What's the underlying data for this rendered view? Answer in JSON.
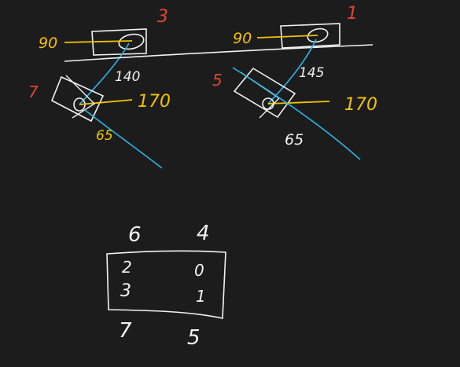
{
  "colors": {
    "background": "#1c1c1d",
    "ink_white": "#f2f2f2",
    "ink_yellow": "#f2c200",
    "ink_blue": "#2ab4e6",
    "ink_red": "#e4452f"
  },
  "diagram": {
    "top_left_group": {
      "upper_block_number": "3",
      "upper_arm_value": "90",
      "link_value": "140",
      "lower_block_number": "7",
      "lower_arm_value": "170",
      "tail_value": "65"
    },
    "top_right_group": {
      "upper_block_number": "1",
      "upper_arm_value": "90",
      "link_value": "145",
      "lower_block_number": "5",
      "lower_arm_value": "170",
      "tail_value": "65"
    },
    "bottom_box": {
      "top_labels": [
        "6",
        "4"
      ],
      "left_column": [
        "2",
        "3"
      ],
      "right_column": [
        "0",
        "1"
      ],
      "bottom_labels": [
        "7",
        "5"
      ]
    }
  }
}
